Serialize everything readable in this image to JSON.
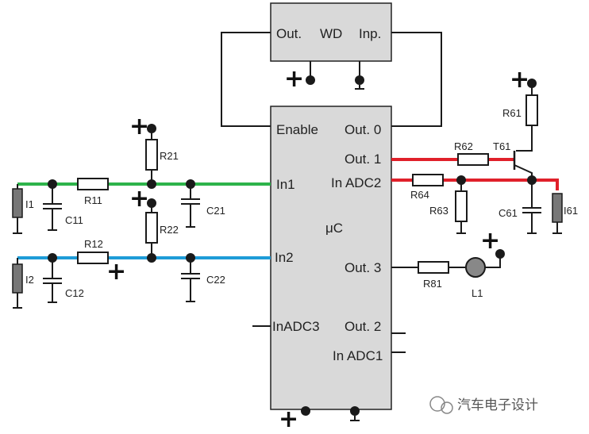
{
  "watchdog": {
    "out_label": "Out.",
    "title_label": "WD",
    "inp_label": "Inp."
  },
  "mcu": {
    "enable_label": "Enable",
    "out0_label": "Out. 0",
    "out1_label": "Out. 1",
    "in_adc2_label": "In ADC2",
    "in1_label": "In1",
    "name_label": "μC",
    "in2_label": "In2",
    "out3_label": "Out. 3",
    "in_adc3_label": "InADC3",
    "out2_label": "Out. 2",
    "in_adc1_label": "In ADC1"
  },
  "components": {
    "r21": "R21",
    "r11": "R11",
    "r22": "R22",
    "r12": "R12",
    "c11": "C11",
    "c21": "C21",
    "c12": "C12",
    "c22": "C22",
    "i1": "I1",
    "i2": "I2",
    "r61": "R61",
    "r62": "R62",
    "t61": "T61",
    "r64": "R64",
    "r63": "R63",
    "c61": "C61",
    "i61": "I61",
    "r81": "R81",
    "l1": "L1"
  },
  "symbols": {
    "plus": "+"
  },
  "watermark": {
    "text": "汽车电子设计"
  },
  "colors": {
    "in1_wire": "#2db34a",
    "in2_wire": "#1e9cd7",
    "out1_wire": "#e0202a",
    "block_fill": "#d9d9d9",
    "wire": "#1a1a1a"
  }
}
